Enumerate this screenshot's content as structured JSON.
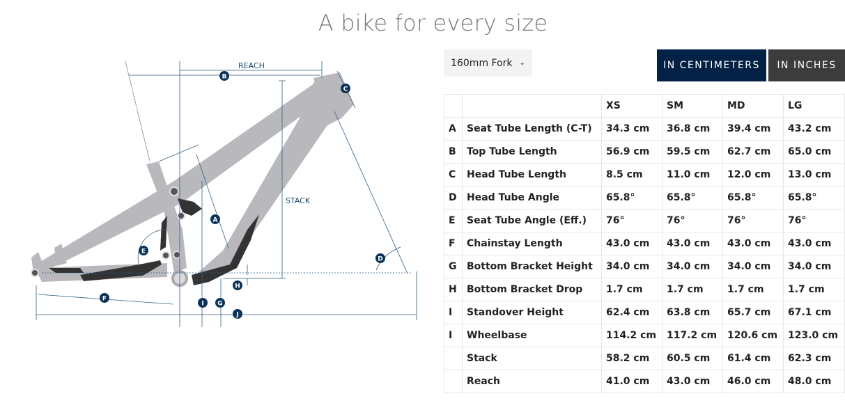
{
  "title": "A bike for every size",
  "fork_select": {
    "value": "160mm Fork",
    "icon": "chevron-down-icon"
  },
  "units": {
    "centimeters": "IN CENTIMETERS",
    "inches": "IN INCHES"
  },
  "colors": {
    "accent": "#022144",
    "inactive": "#3c3c3c",
    "diagram_line": "#2f5f86"
  },
  "diagram": {
    "labels": {
      "reach": "REACH",
      "stack": "STACK",
      "A": "A",
      "B": "B",
      "C": "C",
      "D": "D",
      "E": "E",
      "F": "F",
      "G": "G",
      "H": "H",
      "I": "I",
      "J": "J"
    }
  },
  "table": {
    "headers": [
      "",
      "",
      "XS",
      "SM",
      "MD",
      "LG"
    ],
    "rows": [
      {
        "letter": "A",
        "name": "Seat Tube Length (C-T)",
        "values": [
          "34.3 cm",
          "36.8 cm",
          "39.4 cm",
          "43.2 cm"
        ]
      },
      {
        "letter": "B",
        "name": "Top Tube Length",
        "values": [
          "56.9 cm",
          "59.5 cm",
          "62.7 cm",
          "65.0 cm"
        ]
      },
      {
        "letter": "C",
        "name": "Head Tube Length",
        "values": [
          "8.5 cm",
          "11.0 cm",
          "12.0 cm",
          "13.0 cm"
        ]
      },
      {
        "letter": "D",
        "name": "Head Tube Angle",
        "values": [
          "65.8°",
          "65.8°",
          "65.8°",
          "65.8°"
        ]
      },
      {
        "letter": "E",
        "name": "Seat Tube Angle (Eff.)",
        "values": [
          "76°",
          "76°",
          "76°",
          "76°"
        ]
      },
      {
        "letter": "F",
        "name": "Chainstay Length",
        "values": [
          "43.0 cm",
          "43.0 cm",
          "43.0 cm",
          "43.0 cm"
        ]
      },
      {
        "letter": "G",
        "name": "Bottom Bracket Height",
        "values": [
          "34.0 cm",
          "34.0 cm",
          "34.0 cm",
          "34.0 cm"
        ]
      },
      {
        "letter": "H",
        "name": "Bottom Bracket Drop",
        "values": [
          "1.7 cm",
          "1.7 cm",
          "1.7 cm",
          "1.7 cm"
        ]
      },
      {
        "letter": "I",
        "name": "Standover Height",
        "values": [
          "62.4 cm",
          "63.8 cm",
          "65.7 cm",
          "67.1 cm"
        ]
      },
      {
        "letter": "I",
        "name": "Wheelbase",
        "values": [
          "114.2 cm",
          "117.2 cm",
          "120.6 cm",
          "123.0 cm"
        ]
      },
      {
        "letter": "",
        "name": "Stack",
        "values": [
          "58.2 cm",
          "60.5 cm",
          "61.4 cm",
          "62.3 cm"
        ]
      },
      {
        "letter": "",
        "name": "Reach",
        "values": [
          "41.0 cm",
          "43.0 cm",
          "46.0 cm",
          "48.0 cm"
        ]
      }
    ]
  }
}
